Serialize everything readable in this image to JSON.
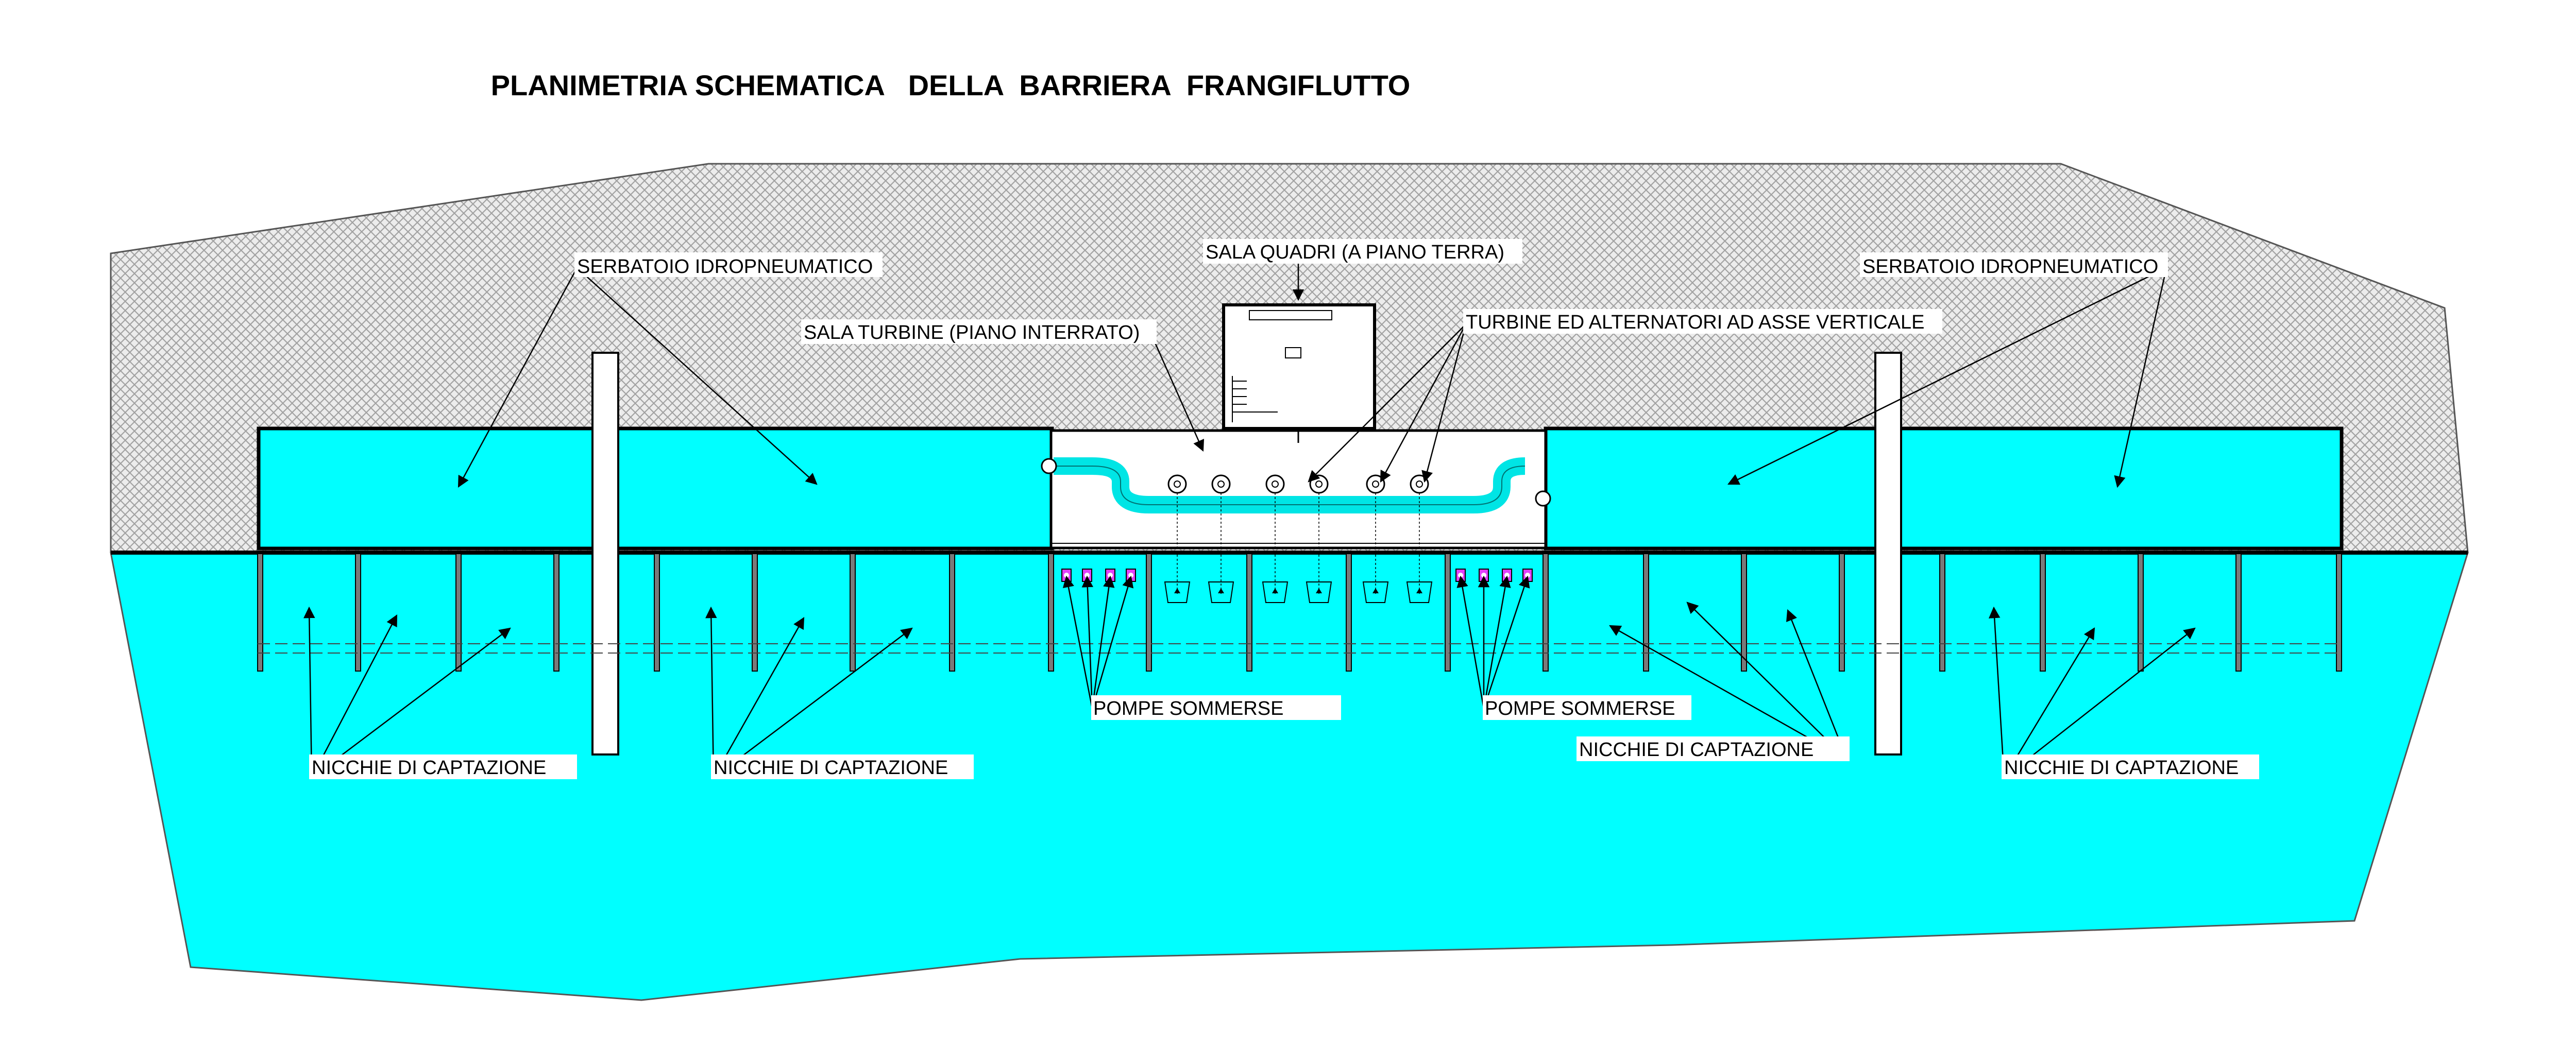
{
  "title": "PLANIMETRIA SCHEMATICA   DELLA  BARRIERA  FRANGIFLUTTO",
  "labels": {
    "serbatoio_left": "SERBATOIO IDROPNEUMATICO",
    "serbatoio_right": "SERBATOIO IDROPNEUMATICO",
    "sala_quadri": "SALA QUADRI (A PIANO TERRA)",
    "sala_turbine": "SALA TURBINE (PIANO INTERRATO)",
    "turbine": "TURBINE ED ALTERNATORI AD ASSE VERTICALE",
    "pompe_left": "POMPE SOMMERSE",
    "pompe_right": "POMPE SOMMERSE",
    "nicchie_1": "NICCHIE DI CAPTAZIONE",
    "nicchie_2": "NICCHIE DI CAPTAZIONE",
    "nicchie_3": "NICCHIE DI CAPTAZIONE",
    "nicchie_4": "NICCHIE DI CAPTAZIONE"
  },
  "colors": {
    "water": "#00FFFF",
    "land": "#E9E9E9",
    "hatch": "#9A9A9A",
    "line": "#000000",
    "pump": "#E040FB"
  }
}
